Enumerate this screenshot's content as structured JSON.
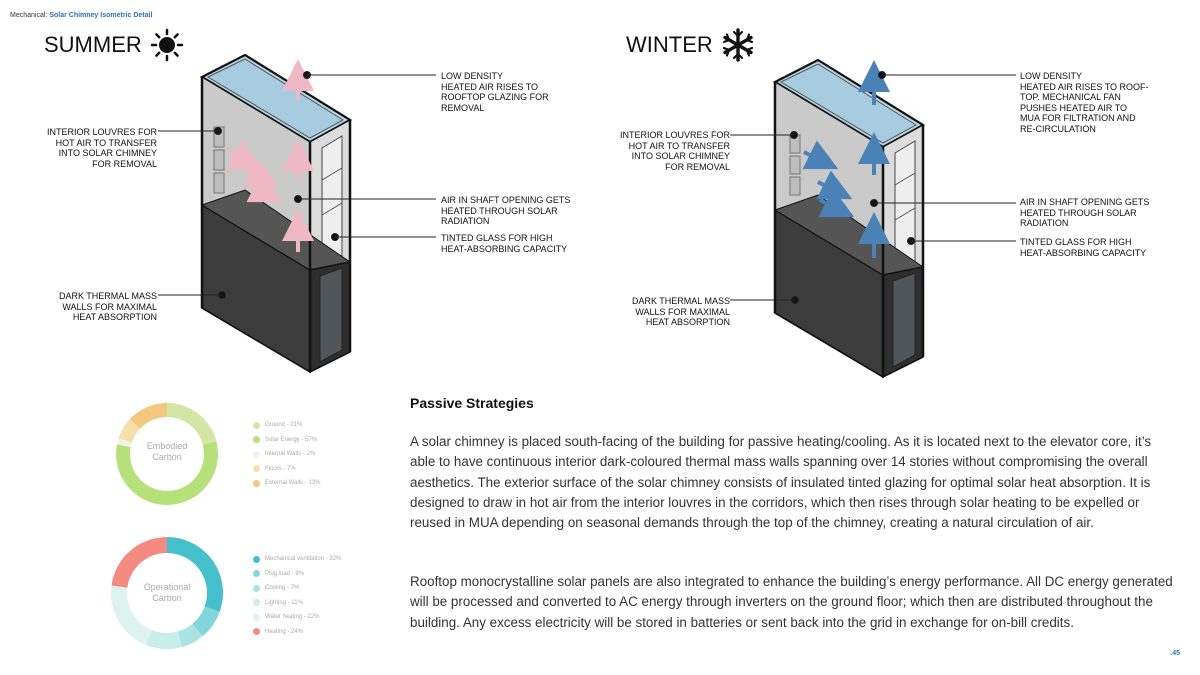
{
  "breadcrumb": {
    "section": "Mechanical:",
    "title": "Solar Chimney Isometric Detail"
  },
  "summer": {
    "title": "SUMMER",
    "icon": "sun-icon",
    "arrow_color": "#f0b8c4",
    "labels": {
      "top": "LOW DENSITY\nHEATED AIR RISES TO\nROOFTOP GLAZING FOR\nREMOVAL",
      "louvres": "INTERIOR LOUVRES FOR\nHOT AIR TO TRANSFER\nINTO SOLAR CHIMNEY\nFOR REMOVAL",
      "shaft": "AIR IN SHAFT OPENING GETS\nHEATED THROUGH SOLAR\nRADIATION",
      "glass": "TINTED GLASS FOR HIGH\nHEAT-ABSORBING CAPACITY",
      "mass": "DARK THERMAL MASS\nWALLS FOR MAXIMAL\nHEAT ABSORPTION"
    }
  },
  "winter": {
    "title": "WINTER",
    "icon": "snowflake-icon",
    "arrow_color": "#4a82b8",
    "labels": {
      "top": "LOW DENSITY\nHEATED AIR RISES TO ROOF-\nTOP. MECHANICAL FAN\nPUSHES HEATED AIR TO\nMUA FOR FILTRATION AND\nRE-CIRCULATION",
      "louvres": "INTERIOR LOUVRES FOR\nHOT AIR TO TRANSFER\nINTO SOLAR CHIMNEY\nFOR REMOVAL",
      "shaft": "AIR IN SHAFT OPENING GETS\nHEATED THROUGH SOLAR\nRADIATION",
      "glass": "TINTED GLASS FOR HIGH\nHEAT-ABSORBING CAPACITY",
      "mass": "DARK THERMAL MASS\nWALLS FOR MAXIMAL\nHEAT ABSORPTION"
    }
  },
  "embodied": {
    "center_label": "Embodied\nCarbon",
    "legend": [
      {
        "label": "Ground - 21%",
        "value": 21,
        "color": "#d4e6a5"
      },
      {
        "label": "Solar Energy - 57%",
        "value": 57,
        "color": "#b6e07a"
      },
      {
        "label": "Internal Walls - 2%",
        "value": 2,
        "color": "#eef6e3"
      },
      {
        "label": "Floors - 7%",
        "value": 7,
        "color": "#f6dfab"
      },
      {
        "label": "External Walls - 13%",
        "value": 13,
        "color": "#f2c77e"
      }
    ]
  },
  "operational": {
    "center_label": "Operational\nCarbon",
    "legend": [
      {
        "label": "Mechanical ventilation - 32%",
        "value": 32,
        "color": "#45bfcc"
      },
      {
        "label": "Plug load - 9%",
        "value": 9,
        "color": "#83d7dc"
      },
      {
        "label": "Cooling - 7%",
        "value": 7,
        "color": "#a9e3e3"
      },
      {
        "label": "Lighting - 11%",
        "value": 11,
        "color": "#c6eeea"
      },
      {
        "label": "Water heating - 22%",
        "value": 22,
        "color": "#def3ef"
      },
      {
        "label": "Heating - 24%",
        "value": 24,
        "color": "#f48b82"
      }
    ]
  },
  "strategies": {
    "heading": "Passive Strategies",
    "p1": "A solar chimney is placed south-facing of the building for passive heating/cooling. As it is located next to the elevator core, it’s able to have continuous interior dark-coloured thermal mass walls spanning over 14 stories without compromising the overall aesthetics. The exterior surface of the solar chimney consists of insulated tinted glazing for optimal solar heat absorption. It is designed to draw in hot air from the interior louvres in the corridors, which then rises through solar heating to be expelled or reused in MUA depending on seasonal demands through the top of the chimney, creating a natural circulation of air.",
    "p2": "Rooftop monocrystalline solar panels are also integrated to enhance the building’s energy performance. All DC energy generated will be processed and converted to AC energy through inverters on the ground floor; which then are distributed throughout the building. Any excess electricity will be stored in batteries or sent back into the grid in exchange for on-bill credits."
  },
  "page_number": ".45"
}
